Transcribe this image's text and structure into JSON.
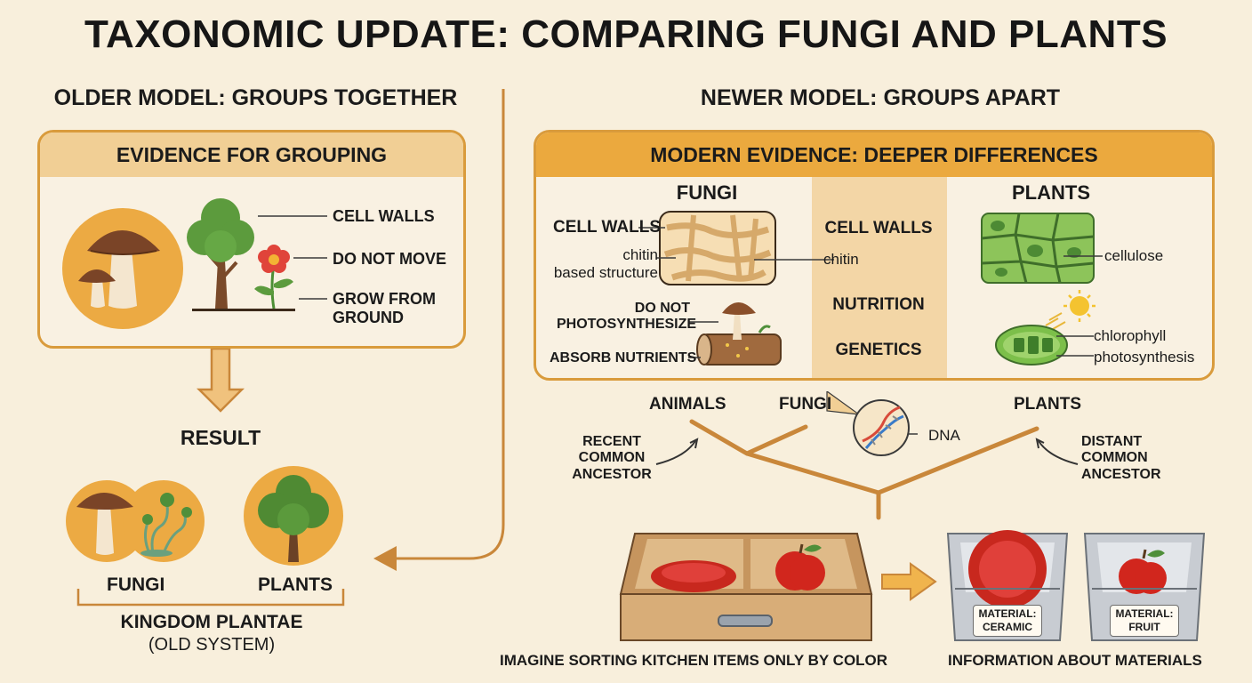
{
  "title": "TAXONOMIC UPDATE: COMPARING FUNGI AND PLANTS",
  "left": {
    "heading": "OLDER MODEL: GROUPS TOGETHER",
    "evidence_box": {
      "title": "EVIDENCE FOR GROUPING",
      "labels": [
        "CELL WALLS",
        "DO NOT MOVE",
        "GROW FROM\nGROUND"
      ]
    },
    "result_label": "RESULT",
    "fungi_label": "FUNGI",
    "plants_label": "PLANTS",
    "kingdom_label": "KINGDOM PLANTAE",
    "kingdom_sub": "(OLD SYSTEM)"
  },
  "right": {
    "heading": "NEWER MODEL: GROUPS APART",
    "modern_box": {
      "title": "MODERN EVIDENCE: DEEPER DIFFERENCES",
      "fungi_col": "FUNGI",
      "plants_col": "PLANTS",
      "cell_walls_left": "CELL WALLS",
      "chitin_struct": "chitin\nbased structure",
      "no_photo": "DO NOT\nPHOTOSYNTHESIZE",
      "absorb": "ABSORB NUTRIENTS",
      "mid_cell_walls": "CELL WALLS",
      "mid_chitin": "chitin",
      "mid_nutrition": "NUTRITION",
      "mid_genetics": "GENETICS",
      "cellulose": "cellulose",
      "chlorophyll": "chlorophyll",
      "photosynthesis": "photosynthesis"
    },
    "tree": {
      "animals": "ANIMALS",
      "fungi": "FUNGI",
      "plants": "PLANTS",
      "dna": "DNA",
      "recent": "RECENT\nCOMMON\nANCESTOR",
      "distant": "DISTANT\nCOMMON\nANCESTOR"
    },
    "analogy": {
      "drawer_caption": "IMAGINE SORTING KITCHEN ITEMS ONLY BY COLOR",
      "bins_caption": "INFORMATION ABOUT MATERIALS",
      "tag_ceramic": "MATERIAL:\nCERAMIC",
      "tag_fruit": "MATERIAL:\nFRUIT"
    }
  },
  "colors": {
    "background": "#f8efdc",
    "accent": "#d99b3c",
    "header_fill": "#eba93e",
    "connector": "#c9873a"
  }
}
